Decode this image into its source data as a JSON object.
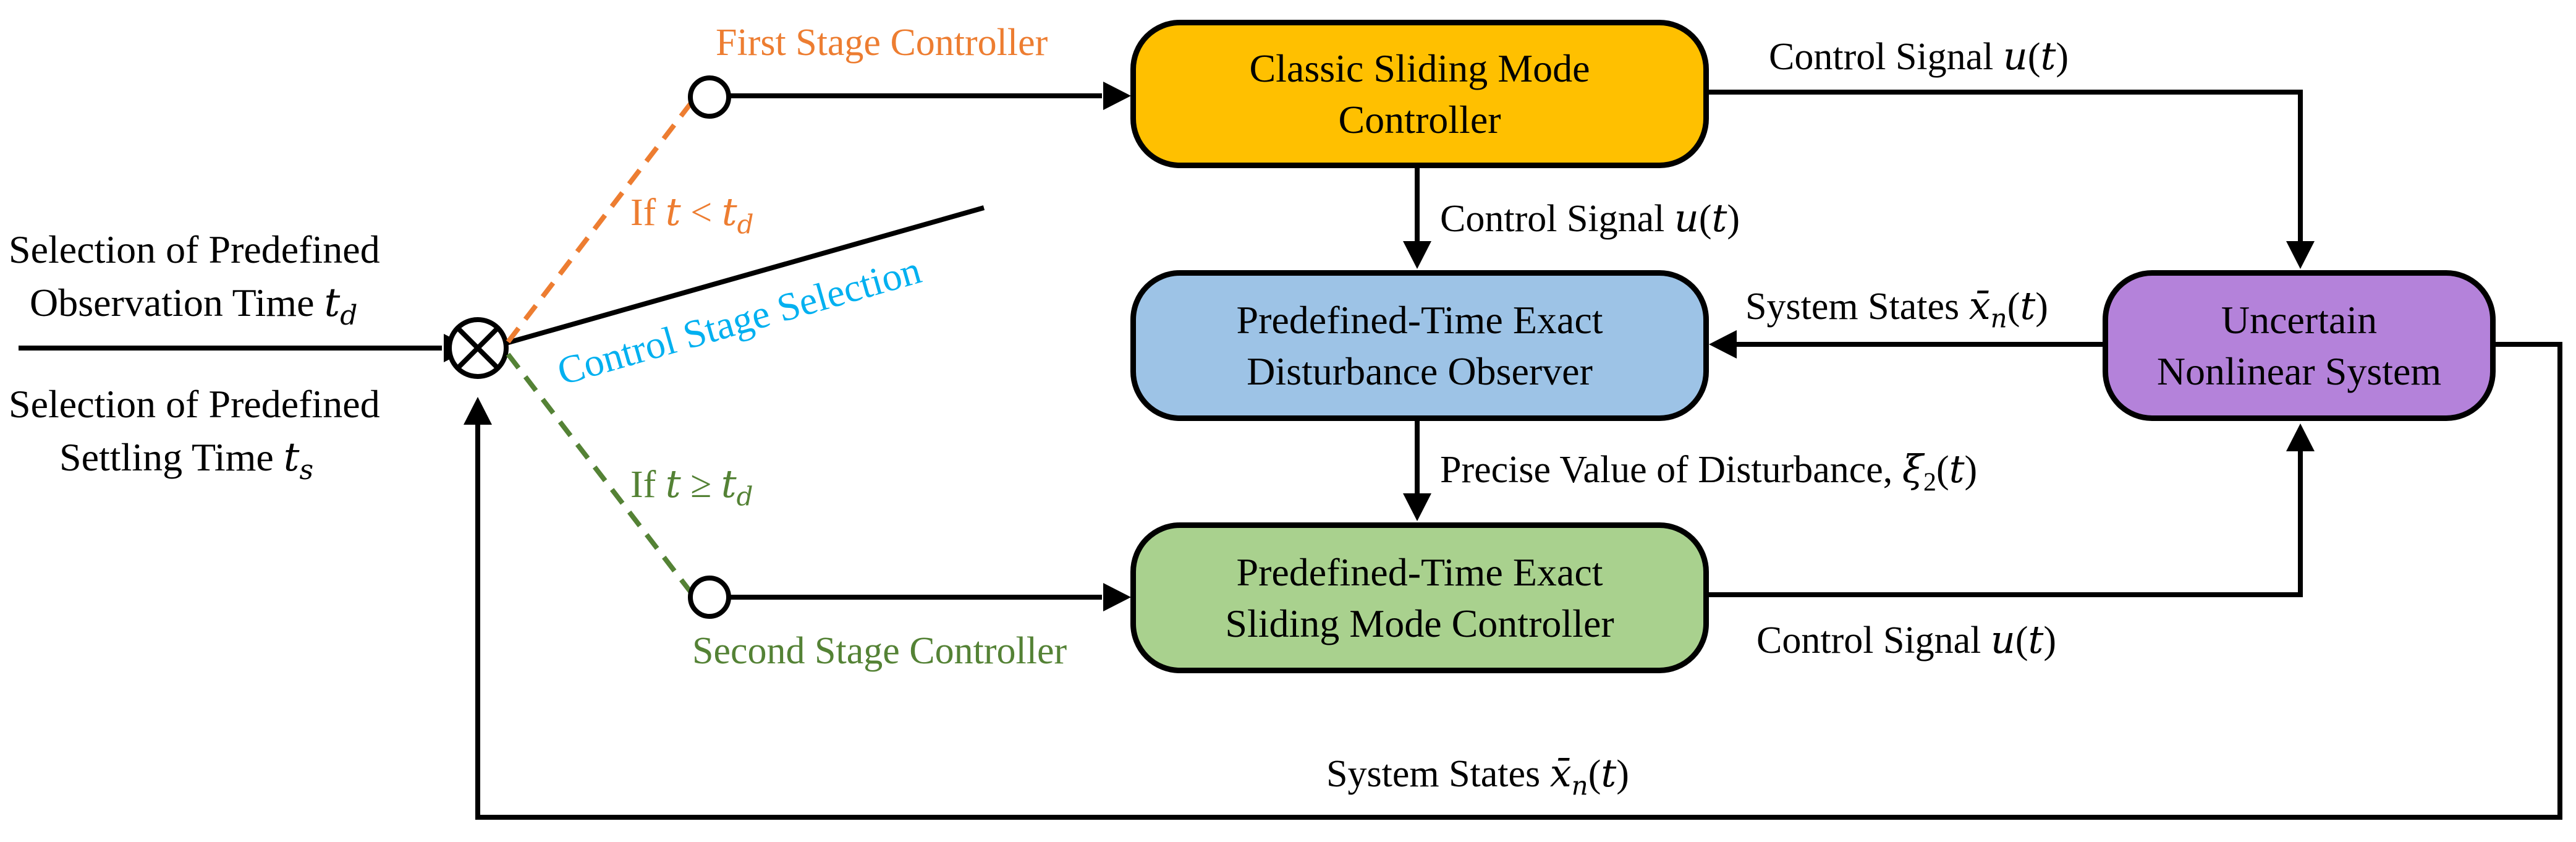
{
  "colors": {
    "classic": "#ffc000",
    "observer": "#9dc3e6",
    "exact": "#a9d18e",
    "system": "#b482da",
    "first_stage": "#ed7d31",
    "second_stage": "#548235",
    "selection": "#00b0f0"
  },
  "blocks": {
    "classic": [
      "Classic Sliding Mode",
      "Controller"
    ],
    "observer": [
      "Predefined-Time Exact",
      "Disturbance Observer"
    ],
    "exact": [
      "Predefined-Time Exact",
      "Sliding Mode Controller"
    ],
    "system": [
      "Uncertain",
      "Nonlinear System"
    ]
  },
  "labels": {
    "first_stage": "First Stage Controller",
    "second_stage": "Second Stage Controller",
    "control_stage_selection": "Control Stage Selection",
    "cond_first": "If",
    "cond_second": "If",
    "input_obs": [
      "Selection of Predefined",
      "Observation Time"
    ],
    "input_settle": [
      "Selection of Predefined",
      "Settling Time"
    ],
    "control_signal": "Control Signal",
    "system_states": "System States",
    "precise_value": "Precise Value of Disturbance,"
  }
}
